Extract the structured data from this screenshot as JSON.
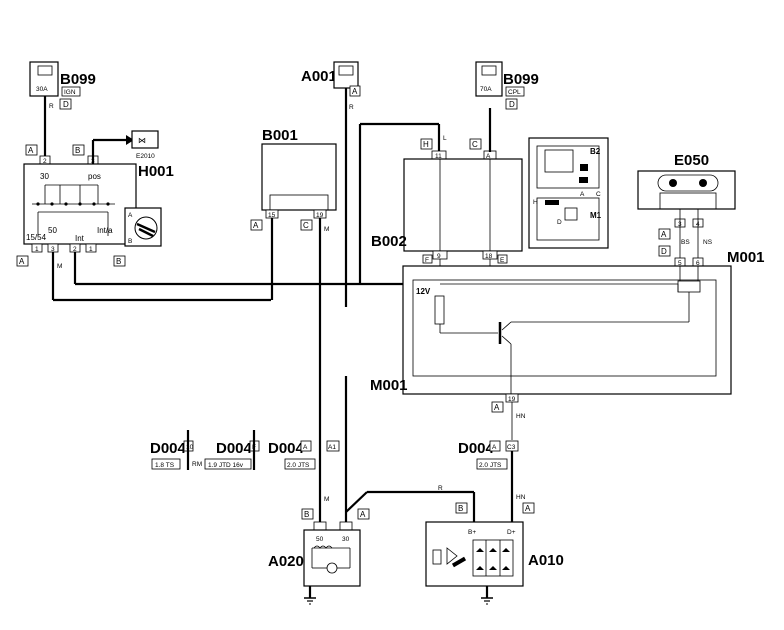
{
  "components": {
    "b099_top_left": {
      "id": "B099",
      "fuse": "30A",
      "tag": "IGN",
      "conn": "D",
      "wire": "R"
    },
    "a001": {
      "id": "A001",
      "conn": "A",
      "wire": "R"
    },
    "b099_top_right": {
      "id": "B099",
      "fuse": "70A",
      "tag": "CPL",
      "conn": "D"
    },
    "h001": {
      "id": "H001",
      "conn_top": "A",
      "conn_top2": "B",
      "pin_top": "2",
      "pin_top2": "3",
      "ref_e2010": "E2010",
      "t30": "30",
      "tpos": "pos",
      "t50": "50",
      "tint": "Int",
      "tinta": "Int/a",
      "t1554": "15/54",
      "pin_b1": "1",
      "pin_b3": "3",
      "pin_b2": "2",
      "pin_b1b": "1",
      "conn_bottom_left": "A",
      "conn_bottom_right": "B",
      "wire_m": "M",
      "inset_a": "A",
      "inset_b": "B"
    },
    "b001": {
      "id": "B001",
      "conn_left": "A",
      "conn_right": "C",
      "pin15": "15",
      "pin19": "19",
      "wire_m": "M"
    },
    "b002": {
      "id": "B002",
      "conn_h": "H",
      "conn_c": "C",
      "pin11": "11",
      "pin1": "1",
      "wire_l": "L",
      "pin_a": "A",
      "pin9": "9",
      "pin18": "18",
      "conn_f": "F",
      "conn_e": "E"
    },
    "fusebox_inset": {
      "label_b2": "B2",
      "label_m1": "M1",
      "label_a": "A",
      "label_c": "C",
      "label_h": "H",
      "label_d": "D"
    },
    "e050": {
      "id": "E050",
      "pin3": "3",
      "pin4": "4",
      "conn_a": "A",
      "conn_d": "D",
      "wire_bs": "BS",
      "wire_ns": "NS",
      "pin5": "5",
      "pin6": "6"
    },
    "m001": {
      "id_right": "M001",
      "id_left": "M001",
      "voltage": "12V",
      "pin19": "19",
      "conn_a": "A",
      "wire_hn": "HN"
    },
    "d004": [
      {
        "id": "D004",
        "pin": "10",
        "tag": "1.8 TS",
        "wire": "RM"
      },
      {
        "id": "D004",
        "pin": "F",
        "tag": "1.9 JTD 16v"
      },
      {
        "id": "D004",
        "pin": "A",
        "pin2": "A1",
        "tag": "2.0 JTS"
      },
      {
        "id": "D004",
        "pin": "A",
        "pin2": "C3",
        "tag": "2.0 JTS"
      }
    ],
    "a020": {
      "id": "A020",
      "conn_b": "B",
      "conn_a": "A",
      "t50": "50",
      "t30": "30",
      "wire_m": "M",
      "wire_r": "R"
    },
    "a010": {
      "id": "A010",
      "conn_b": "B",
      "conn_a": "A",
      "tbplus": "B+",
      "tdplus": "D+",
      "wire_hn": "HN"
    }
  }
}
